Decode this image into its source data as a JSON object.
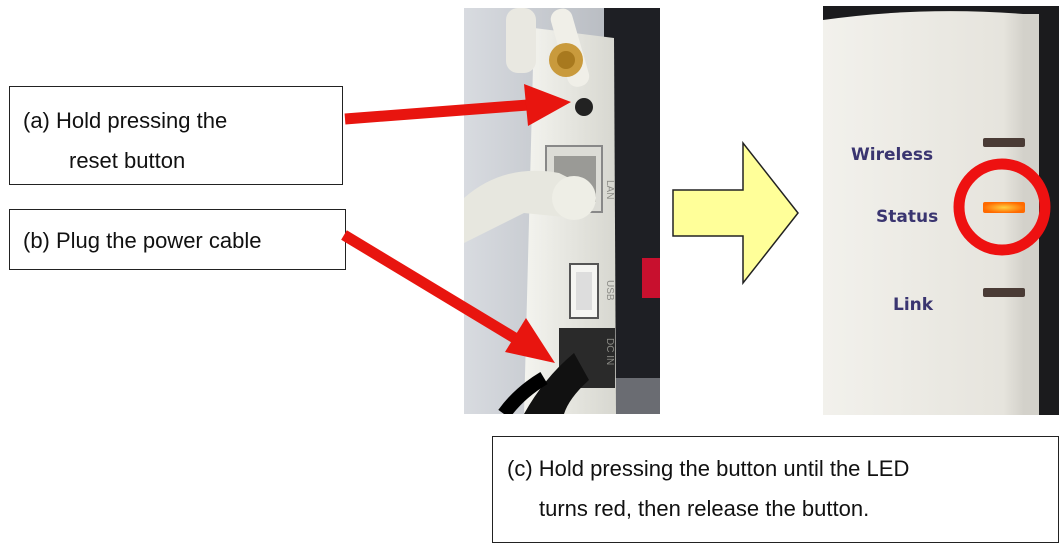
{
  "callouts": {
    "a": {
      "line1": "(a) Hold pressing the",
      "line2": "reset button"
    },
    "b": {
      "line1": "(b) Plug the power cable"
    },
    "c": {
      "line1": "(c) Hold pressing the button until the LED",
      "line2": "turns red, then release the button."
    }
  },
  "device_labels": {
    "wireless": "Wireless",
    "status": "Status",
    "link": "Link",
    "lan": "LAN",
    "usb": "USB",
    "dc_in": "DC IN"
  },
  "colors": {
    "arrow_red": "#e8150f",
    "big_arrow_fill": "#ffff99",
    "big_arrow_stroke": "#222222",
    "led_highlight_ring": "#ee1111",
    "led_orange": "#ff8a10",
    "label_purple": "#3a3570"
  },
  "icons": {
    "pointer_a": "red-arrow-icon",
    "pointer_b": "red-arrow-icon",
    "flow": "right-arrow-icon",
    "highlight": "red-circle-icon"
  }
}
